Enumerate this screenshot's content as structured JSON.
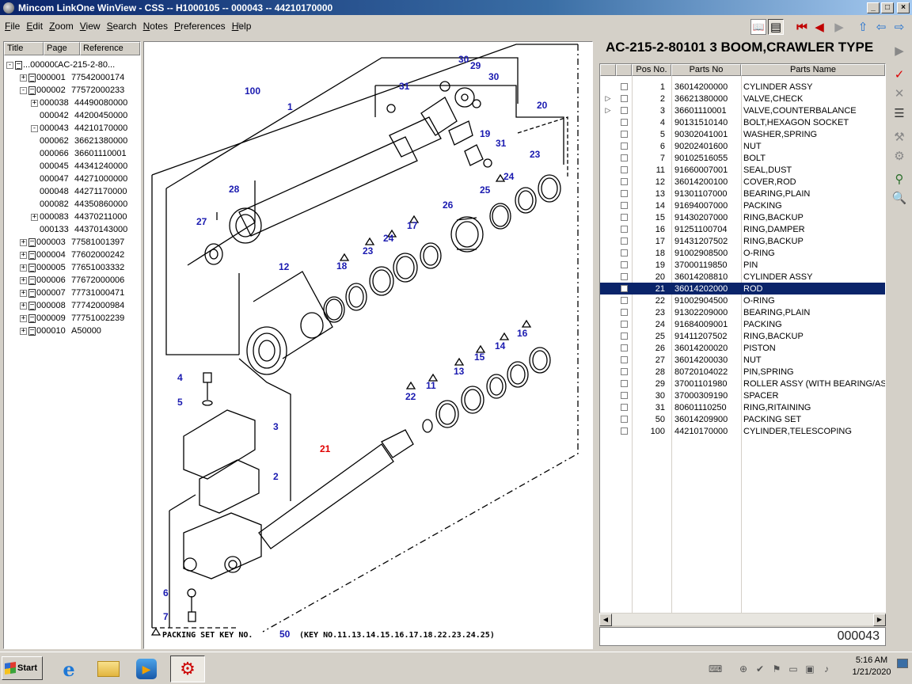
{
  "window": {
    "title": "Mincom LinkOne WinView - CSS -- H1000105 -- 000043 -- 44210170000",
    "buttons": {
      "minimize": "_",
      "maximize": "□",
      "close": "×"
    }
  },
  "menu": [
    "File",
    "Edit",
    "Zoom",
    "View",
    "Search",
    "Notes",
    "Preferences",
    "Help"
  ],
  "tree": {
    "headers": {
      "title": "Title",
      "page": "Page",
      "reference": "Reference"
    },
    "rows": [
      {
        "toggle": "-",
        "page": "...000000",
        "ref": "AC-215-2-80..."
      },
      {
        "toggle": "+",
        "page": "000001",
        "ref": "77542000174"
      },
      {
        "toggle": "-",
        "page": "000002",
        "ref": "77572000233"
      },
      {
        "toggle": "+",
        "page": "000038",
        "ref": "44490080000"
      },
      {
        "toggle": "",
        "page": "000042",
        "ref": "44200450000"
      },
      {
        "toggle": "-",
        "page": "000043",
        "ref": "44210170000"
      },
      {
        "toggle": "",
        "page": "000062",
        "ref": "36621380000"
      },
      {
        "toggle": "",
        "page": "000066",
        "ref": "36601110001"
      },
      {
        "toggle": "",
        "page": "000045",
        "ref": "44341240000"
      },
      {
        "toggle": "",
        "page": "000047",
        "ref": "44271000000"
      },
      {
        "toggle": "",
        "page": "000048",
        "ref": "44271170000"
      },
      {
        "toggle": "",
        "page": "000082",
        "ref": "44350860000"
      },
      {
        "toggle": "+",
        "page": "000083",
        "ref": "44370211000"
      },
      {
        "toggle": "",
        "page": "000133",
        "ref": "44370143000"
      },
      {
        "toggle": "+",
        "page": "000003",
        "ref": "77581001397"
      },
      {
        "toggle": "+",
        "page": "000004",
        "ref": "77602000242"
      },
      {
        "toggle": "+",
        "page": "000005",
        "ref": "77651003332"
      },
      {
        "toggle": "+",
        "page": "000006",
        "ref": "77672000006"
      },
      {
        "toggle": "+",
        "page": "000007",
        "ref": "77731000471"
      },
      {
        "toggle": "+",
        "page": "000008",
        "ref": "77742000984"
      },
      {
        "toggle": "+",
        "page": "000009",
        "ref": "77751002239"
      },
      {
        "toggle": "+",
        "page": "000010",
        "ref": "A50000"
      }
    ]
  },
  "diagram": {
    "callouts": [
      "100",
      "1",
      "20",
      "30",
      "29",
      "30",
      "31",
      "19",
      "31",
      "23",
      "24",
      "25",
      "28",
      "27",
      "26",
      "17",
      "24",
      "23",
      "18",
      "12",
      "16",
      "14",
      "15",
      "13",
      "11",
      "22",
      "4",
      "5",
      "3",
      "2",
      "21",
      "6",
      "7"
    ],
    "footnote_prefix": "PACKING SET KEY NO.",
    "footnote_key": "50",
    "footnote_suffix": "(KEY NO.11.13.14.15.16.17.18.22.23.24.25)"
  },
  "parts": {
    "title": "AC-215-2-80101 3 BOOM,CRAWLER TYPE",
    "headers": {
      "pos": "Pos No.",
      "part_no": "Parts No",
      "name": "Parts Name"
    },
    "rows": [
      {
        "arrow": "",
        "pos": "1",
        "part_no": "36014200000",
        "name": "CYLINDER ASSY"
      },
      {
        "arrow": "▷",
        "pos": "2",
        "part_no": "36621380000",
        "name": "VALVE,CHECK"
      },
      {
        "arrow": "▷",
        "pos": "3",
        "part_no": "36601110001",
        "name": "VALVE,COUNTERBALANCE"
      },
      {
        "arrow": "",
        "pos": "4",
        "part_no": "90131510140",
        "name": "BOLT,HEXAGON SOCKET"
      },
      {
        "arrow": "",
        "pos": "5",
        "part_no": "90302041001",
        "name": "WASHER,SPRING"
      },
      {
        "arrow": "",
        "pos": "6",
        "part_no": "90202401600",
        "name": "NUT"
      },
      {
        "arrow": "",
        "pos": "7",
        "part_no": "90102516055",
        "name": "BOLT"
      },
      {
        "arrow": "",
        "pos": "11",
        "part_no": "91660007001",
        "name": "SEAL,DUST"
      },
      {
        "arrow": "",
        "pos": "12",
        "part_no": "36014200100",
        "name": "COVER,ROD"
      },
      {
        "arrow": "",
        "pos": "13",
        "part_no": "91301107000",
        "name": "BEARING,PLAIN"
      },
      {
        "arrow": "",
        "pos": "14",
        "part_no": "91694007000",
        "name": "PACKING"
      },
      {
        "arrow": "",
        "pos": "15",
        "part_no": "91430207000",
        "name": "RING,BACKUP"
      },
      {
        "arrow": "",
        "pos": "16",
        "part_no": "91251100704",
        "name": "RING,DAMPER"
      },
      {
        "arrow": "",
        "pos": "17",
        "part_no": "91431207502",
        "name": "RING,BACKUP"
      },
      {
        "arrow": "",
        "pos": "18",
        "part_no": "91002908500",
        "name": "O-RING"
      },
      {
        "arrow": "",
        "pos": "19",
        "part_no": "37000119850",
        "name": "PIN"
      },
      {
        "arrow": "",
        "pos": "20",
        "part_no": "36014208810",
        "name": "CYLINDER ASSY"
      },
      {
        "arrow": "",
        "pos": "21",
        "part_no": "36014202000",
        "name": "ROD",
        "selected": true
      },
      {
        "arrow": "",
        "pos": "22",
        "part_no": "91002904500",
        "name": "O-RING"
      },
      {
        "arrow": "",
        "pos": "23",
        "part_no": "91302209000",
        "name": "BEARING,PLAIN"
      },
      {
        "arrow": "",
        "pos": "24",
        "part_no": "91684009001",
        "name": "PACKING"
      },
      {
        "arrow": "",
        "pos": "25",
        "part_no": "91411207502",
        "name": "RING,BACKUP"
      },
      {
        "arrow": "",
        "pos": "26",
        "part_no": "36014200020",
        "name": "PISTON"
      },
      {
        "arrow": "",
        "pos": "27",
        "part_no": "36014200030",
        "name": "NUT"
      },
      {
        "arrow": "",
        "pos": "28",
        "part_no": "80720104022",
        "name": "PIN,SPRING"
      },
      {
        "arrow": "",
        "pos": "29",
        "part_no": "37001101980",
        "name": "ROLLER ASSY (WITH BEARING/ASS"
      },
      {
        "arrow": "",
        "pos": "30",
        "part_no": "37000309190",
        "name": "SPACER"
      },
      {
        "arrow": "",
        "pos": "31",
        "part_no": "80601110250",
        "name": "RING,RITAINING"
      },
      {
        "arrow": "",
        "pos": "50",
        "part_no": "36014209900",
        "name": "PACKING SET"
      },
      {
        "arrow": "",
        "pos": "100",
        "part_no": "44210170000",
        "name": "CYLINDER,TELESCOPING"
      }
    ],
    "page": "000043"
  },
  "taskbar": {
    "start": "Start",
    "time": "5:16 AM",
    "date": "1/21/2020"
  }
}
